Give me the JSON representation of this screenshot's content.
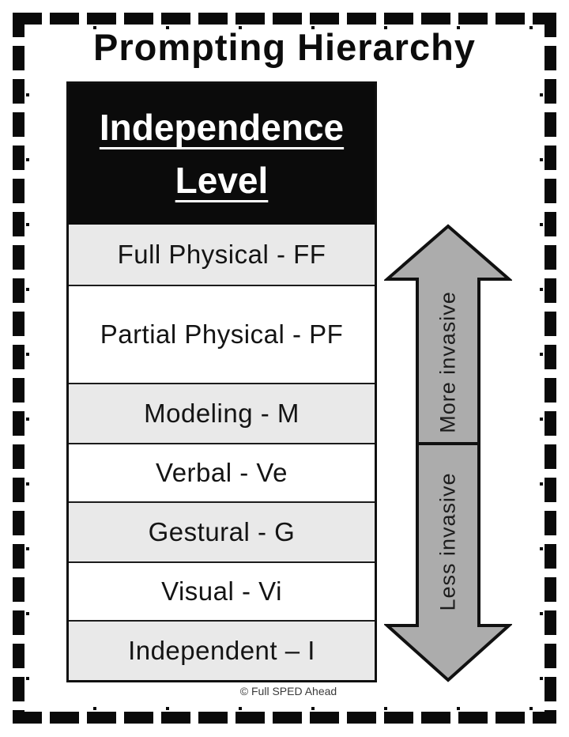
{
  "page": {
    "title": "Prompting Hierarchy",
    "copyright": "© Full SPED Ahead"
  },
  "table": {
    "header_label": "Independence Level",
    "rows": [
      {
        "label": "Full Physical - FF"
      },
      {
        "label": "Partial Physical - PF"
      },
      {
        "label": "Modeling - M"
      },
      {
        "label": "Verbal - Ve"
      },
      {
        "label": "Gestural - G"
      },
      {
        "label": "Visual - Vi"
      },
      {
        "label": "Independent – I"
      }
    ]
  },
  "arrow": {
    "top_label": "More invasive",
    "bottom_label": "Less invasive",
    "fill": "#acacac",
    "outline": "#111111"
  },
  "colors": {
    "header_bg": "#0b0b0b",
    "header_text": "#ffffff",
    "row_shaded_bg": "#e9e9e9",
    "row_text": "#141414",
    "border": "#000000"
  }
}
